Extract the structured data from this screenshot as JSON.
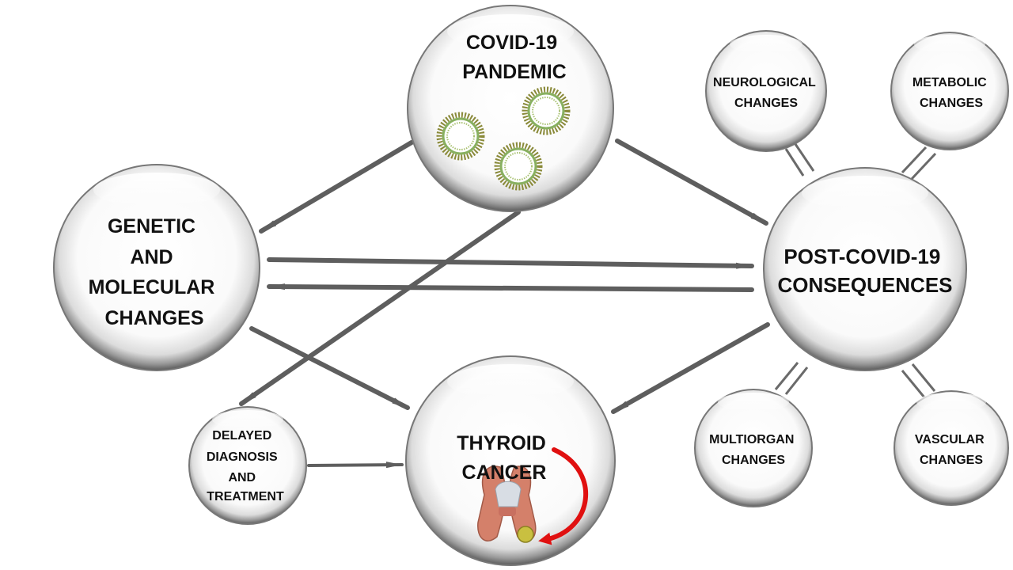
{
  "nodes": {
    "covid": {
      "lines": [
        "COVID-19",
        "PANDEMIC"
      ],
      "icon": "virus-icon"
    },
    "genetic": {
      "lines": [
        "GENETIC",
        "AND",
        "MOLECULAR",
        "CHANGES"
      ]
    },
    "post": {
      "lines": [
        "POST-COVID-19",
        "CONSEQUENCES"
      ]
    },
    "thyroid": {
      "lines": [
        "THYROID",
        "CANCER"
      ],
      "icon": "thyroid-gland-icon"
    },
    "delayed": {
      "lines": [
        "DELAYED",
        "DIAGNOSIS",
        "AND",
        "TREATMENT"
      ]
    },
    "neuro": {
      "lines": [
        "NEUROLOGICAL",
        "CHANGES"
      ]
    },
    "metabolic": {
      "lines": [
        "METABOLIC",
        "CHANGES"
      ]
    },
    "multiorgan": {
      "lines": [
        "MULTIORGAN",
        "CHANGES"
      ]
    },
    "vascular": {
      "lines": [
        "VASCULAR",
        "CHANGES"
      ]
    }
  },
  "colors": {
    "arrow": "#5e5e5e",
    "highlight_arrow": "#e01010",
    "sphere_edge": "#707070"
  }
}
